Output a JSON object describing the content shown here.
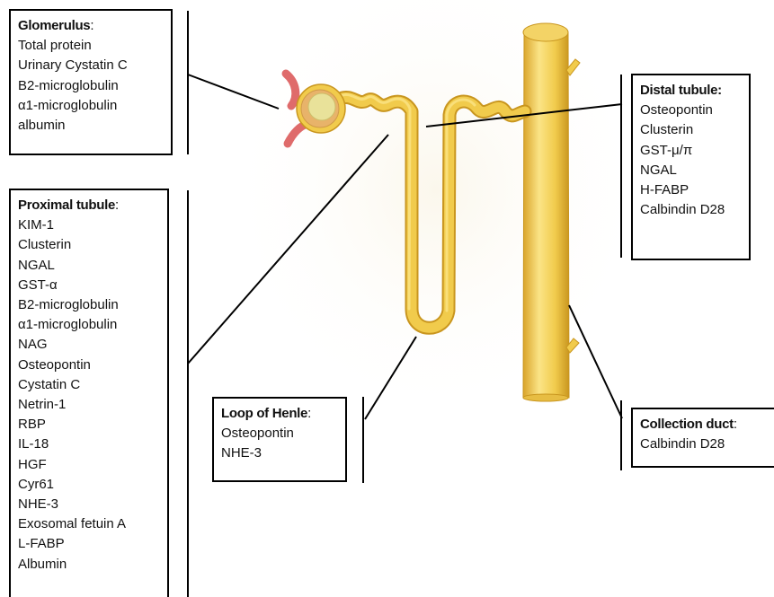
{
  "colors": {
    "tubule": "#f1cb4c",
    "tubule_edge": "#d8a52c",
    "tubule_highlight": "#fbe486",
    "vessel": "#df6b6b",
    "capsule": "#e8b36a",
    "glomerulus": "#e9e29a",
    "background_glow": "#fbf7ec"
  },
  "boxes": {
    "glomerulus": {
      "title": "Glomerulus",
      "suffix": ":",
      "items": [
        "Total protein",
        "Urinary Cystatin C",
        "B2-microglobulin",
        "α1-microglobulin",
        "albumin"
      ]
    },
    "proximal": {
      "title": "Proximal tubule",
      "suffix": ":",
      "items": [
        "KIM-1",
        "Clusterin",
        "NGAL",
        "GST-α",
        "B2-microglobulin",
        "α1-microglobulin",
        "NAG",
        "Osteopontin",
        "Cystatin C",
        "Netrin-1",
        "RBP",
        "IL-18",
        "HGF",
        "Cyr61",
        "NHE-3",
        "Exosomal fetuin A",
        "L-FABP",
        "Albumin"
      ]
    },
    "loop": {
      "title": "Loop of Henle",
      "suffix": ":",
      "items": [
        "Osteopontin",
        "NHE-3"
      ]
    },
    "distal": {
      "title": "Distal tubule:",
      "suffix": "",
      "items": [
        "Osteopontin",
        "Clusterin",
        "GST-μ/π",
        "NGAL",
        "H-FABP",
        "Calbindin D28"
      ]
    },
    "collection": {
      "title": "Collection duct",
      "suffix": ":",
      "items": [
        "Calbindin D28"
      ]
    }
  }
}
